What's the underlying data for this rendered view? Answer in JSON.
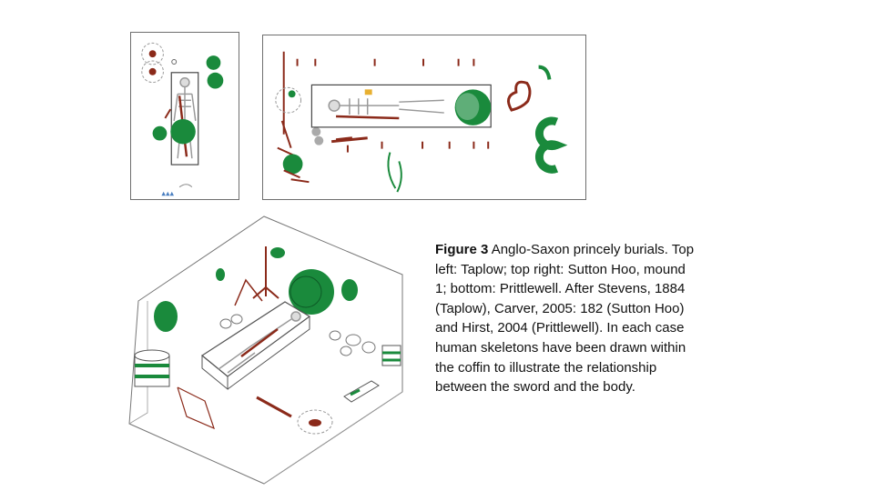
{
  "caption": {
    "label": "Figure 3",
    "text": " Anglo-Saxon princely burials. Top left: Taplow; top right: Sutton Hoo, mound 1; bottom: Prittlewell. After Stevens, 1884 (Taplow), Carver, 2005: 182 (Sutton Hoo) and Hirst, 2004 (Prittlewell). In each case human skeletons have been drawn within the coffin to illustrate the relationship between the sword and the body."
  },
  "colors": {
    "green": "#1a8a3c",
    "rust": "#8b2a1a",
    "outline": "#555555"
  },
  "figures": [
    {
      "site": "Taplow",
      "view": "plan"
    },
    {
      "site": "Sutton Hoo, mound 1",
      "view": "plan"
    },
    {
      "site": "Prittlewell",
      "view": "isometric"
    }
  ]
}
